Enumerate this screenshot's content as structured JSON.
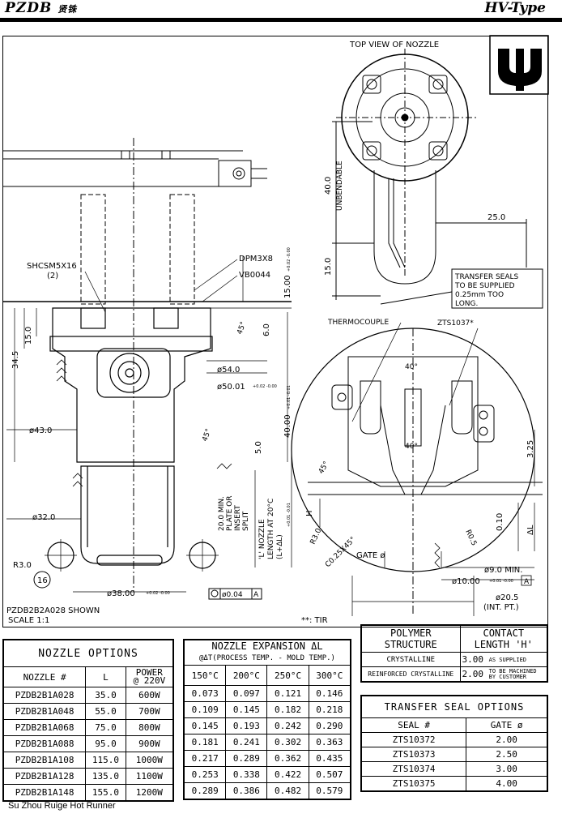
{
  "header": {
    "brand": "PZDB",
    "brand_cn": "贤铢",
    "type": "HV-Type"
  },
  "drawing": {
    "top_view_label": "TOP VIEW OF NOZZLE",
    "unbendable": "UNBENDABLE",
    "dim_40_0": "40.0",
    "dim_15_0_right": "15.0",
    "dim_25_0": "25.0",
    "transfer_note": [
      "TRANSFER SEALS",
      "TO BE SUPPLIED",
      "0.25mm TOO",
      "LONG."
    ],
    "shcs": "SHCSM5X16",
    "shcs_qty": "(2)",
    "dpm": "DPM3X8",
    "vb": "VB0044",
    "dim_15_00": "15.00",
    "tol_15": "+0.02 -0.00",
    "dim_15_0_left": "15.0",
    "dim_6_0": "6.0",
    "dim_34_5": "34.5",
    "angle_45a": "45°",
    "angle_45b": "45°",
    "angle_45c": "45°",
    "dim_54_0": "ø54.0",
    "dim_50_01": "ø50.01",
    "tol_50": "+0.02 -0.00",
    "dim_40_00": "40.00",
    "tol_40": "+0.01 -0.01",
    "dim_43_0": "ø43.0",
    "dim_5_0": "5.0",
    "dim_32_0": "ø32.0",
    "plate_note": [
      "20.0 MIN.",
      "PLATE OR",
      "INSERT",
      "SPLIT"
    ],
    "nozzle_len": [
      "'L' NOZZLE",
      "LENGTH AT 20°C"
    ],
    "nozzle_len2": "(L+ΔL)",
    "tol_L": "+0.01 -0.01",
    "r3_0_left": "R3.0",
    "callout_16": "16",
    "dim_38_00": "ø38.00",
    "tol_38": "+0.02 -0.00",
    "tir_box": "ø0.04",
    "tir_ref": "A",
    "shown": "PZDB2B2A028  SHOWN",
    "scale": "SCALE 1:1",
    "tir_note": "**: TIR",
    "thermocouple": "THERMOCOUPLE",
    "zts": "ZTS1037*",
    "angle_40a": "40°",
    "angle_40b": "40°",
    "dim_3_25": "3.25",
    "dim_H": "H",
    "r3_0_right": "R3.0",
    "r0_5": "R0.5",
    "dim_0_10": "0.10",
    "dim_dL": "ΔL",
    "co": "C0.25X45°",
    "gate": "GATE ø",
    "dim_9_0": "ø9.0 MIN.",
    "dim_10_00": "ø10.00",
    "tol_10": "+0.01 -0.00",
    "ref_A": "A",
    "dim_20_5": "ø20.5",
    "int_pt": "(INT. PT.)"
  },
  "nozzle_options": {
    "title": "NOZZLE OPTIONS",
    "col_nozzle": "NOZZLE #",
    "col_L": "L",
    "col_power": "POWER",
    "col_power2": "@ 220V",
    "rows": [
      {
        "n": "PZDB2B1A028",
        "L": "35.0",
        "p": "600W"
      },
      {
        "n": "PZDB2B1A048",
        "L": "55.0",
        "p": "700W"
      },
      {
        "n": "PZDB2B1A068",
        "L": "75.0",
        "p": "800W"
      },
      {
        "n": "PZDB2B1A088",
        "L": "95.0",
        "p": "900W"
      },
      {
        "n": "PZDB2B1A108",
        "L": "115.0",
        "p": "1000W"
      },
      {
        "n": "PZDB2B1A128",
        "L": "135.0",
        "p": "1100W"
      },
      {
        "n": "PZDB2B1A148",
        "L": "155.0",
        "p": "1200W"
      }
    ]
  },
  "expansion": {
    "title": "NOZZLE EXPANSION ΔL",
    "subtitle": "@ΔT(PROCESS TEMP. - MOLD TEMP.)",
    "cols": [
      "150°C",
      "200°C",
      "250°C",
      "300°C"
    ],
    "rows": [
      [
        "0.073",
        "0.097",
        "0.121",
        "0.146"
      ],
      [
        "0.109",
        "0.145",
        "0.182",
        "0.218"
      ],
      [
        "0.145",
        "0.193",
        "0.242",
        "0.290"
      ],
      [
        "0.181",
        "0.241",
        "0.302",
        "0.363"
      ],
      [
        "0.217",
        "0.289",
        "0.362",
        "0.435"
      ],
      [
        "0.253",
        "0.338",
        "0.422",
        "0.507"
      ],
      [
        "0.289",
        "0.386",
        "0.482",
        "0.579"
      ]
    ]
  },
  "polymer": {
    "h1": "POLYMER",
    "h1b": "STRUCTURE",
    "h2": "CONTACT",
    "h2b": "LENGTH 'H'",
    "r1_name": "CRYSTALLINE",
    "r1_val": "3.00",
    "r1_note": "AS SUPPLIED",
    "r2_name": "REINFORCED CRYSTALLINE",
    "r2_val": "2.00",
    "r2_note": "TO BE MACHINED BY CUSTOMER"
  },
  "transfer": {
    "title": "TRANSFER SEAL OPTIONS",
    "col_seal": "SEAL #",
    "col_gate": "GATE ø",
    "rows": [
      {
        "s": "ZTS10372",
        "g": "2.00"
      },
      {
        "s": "ZTS10373",
        "g": "2.50"
      },
      {
        "s": "ZTS10374",
        "g": "3.00"
      },
      {
        "s": "ZTS10375",
        "g": "4.00"
      }
    ]
  },
  "footer": "Su Zhou Ruige Hot Runner"
}
